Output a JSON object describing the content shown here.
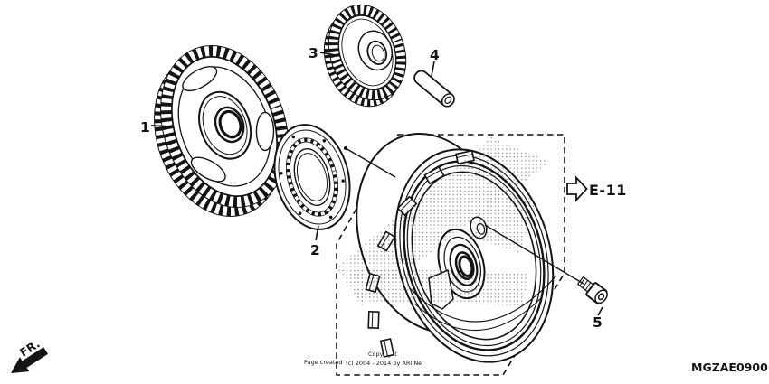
{
  "diagram": {
    "code": "MGZAE0900",
    "reference_label": "E-11",
    "front_label": "FR.",
    "callouts": [
      {
        "number": "1"
      },
      {
        "number": "2"
      },
      {
        "number": "3"
      },
      {
        "number": "4"
      },
      {
        "number": "5"
      }
    ],
    "watermark": {
      "copyright": "Copyright",
      "created": "Page created",
      "notice": "(c) 2004 - 2014 by ARI Ne"
    }
  },
  "colors": {
    "line": "#141414",
    "background": "#ffffff",
    "watermark": "#999999"
  }
}
